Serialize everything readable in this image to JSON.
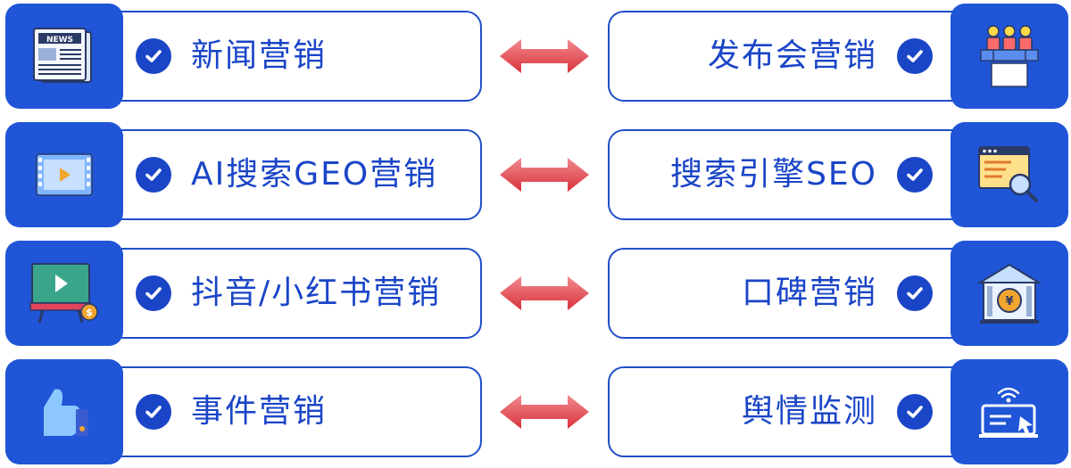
{
  "rows": [
    {
      "left": {
        "label": "新闻营销",
        "icon": "newspaper-icon"
      },
      "right": {
        "label": "发布会营销",
        "icon": "press-conference-icon"
      }
    },
    {
      "left": {
        "label": "AI搜索GEO营销",
        "icon": "video-player-icon"
      },
      "right": {
        "label": "搜索引擎SEO",
        "icon": "search-window-icon"
      }
    },
    {
      "left": {
        "label": "抖音/小红书营销",
        "icon": "video-monetization-icon"
      },
      "right": {
        "label": "口碑营销",
        "icon": "bank-icon"
      }
    },
    {
      "left": {
        "label": "事件营销",
        "icon": "thumbs-up-icon"
      },
      "right": {
        "label": "舆情监测",
        "icon": "monitor-wifi-icon"
      }
    }
  ],
  "colors": {
    "primary": "#1f55d6",
    "text": "#1a45c7",
    "arrow": "#e8484f",
    "border": "#1f4fc8"
  }
}
